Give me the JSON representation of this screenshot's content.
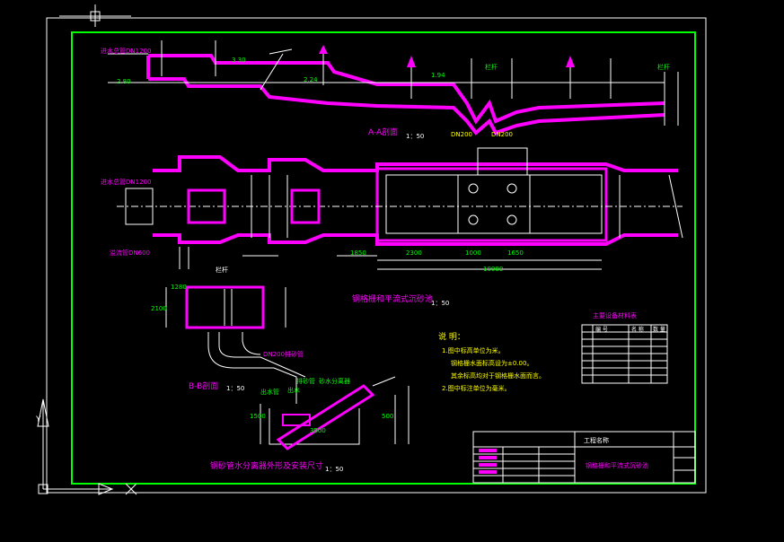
{
  "drawing": {
    "section_a": "A-A剖面",
    "section_a_scale": "1：50",
    "plan_title": "钢格栅和平流式沉砂池",
    "plan_scale": "1：50",
    "section_b": "B-B剖面",
    "section_b_scale": "1：50",
    "detail_title": "钢砂管水分离器外形及安装尺寸",
    "detail_scale": "1：50",
    "label_inlet": "进水总管DN1200",
    "label_inlet2": "进水总管DN1200",
    "label_overflow": "溢流管DN600",
    "label_dn200_a": "DN200",
    "label_dn200_b": "DN200",
    "label_grille": "栏杆",
    "label_grille2": "栏杆",
    "label_pipe": "DN200排砂管",
    "label_sand_pipe": "排砂管",
    "label_water_pipe": "出水管",
    "label_sep": "砂水分离器",
    "label_water": "出水",
    "dim_2300": "2300",
    "dim_1000": "1000",
    "dim_1650": "1650",
    "dim_1850": "1850",
    "dim_10000": "10000",
    "dim_1280": "1280",
    "dim_2100": "2100",
    "dim_1500": "1500",
    "dim_500": "500",
    "dim_3500": "3500",
    "elev_1": "3.30",
    "elev_2": "2.80",
    "elev_3": "2.24",
    "elev_4": "1.94",
    "note_title": "说 明：",
    "note_1": "1.图中标高单位为米。",
    "note_2": "钢格栅水面标高设为±0.00。",
    "note_3": "其余标高均对于钢格栅水面而言。",
    "note_4": "2.图中标注单位为毫米。",
    "table_title": "主要设备材料表",
    "table_cols": [
      "编 号",
      "名 称",
      "数 量"
    ],
    "title_block_project": "工程名称",
    "title_block_drawing": "钢格栅和平流式沉砂池"
  }
}
